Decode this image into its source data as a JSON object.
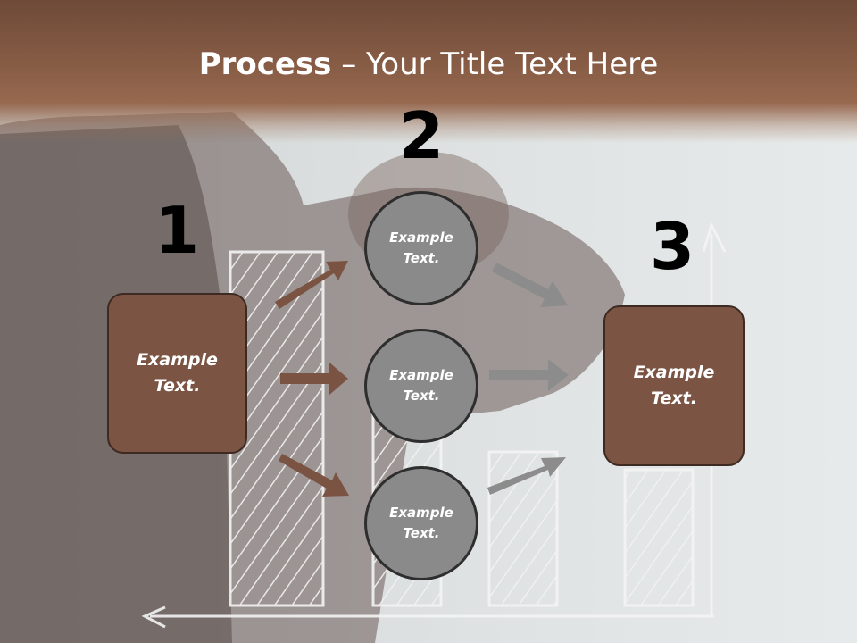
{
  "title": {
    "bold": "Process",
    "rest": " – Your Title Text Here"
  },
  "step_numbers": [
    "1",
    "2",
    "3"
  ],
  "left_box": {
    "text_line1": "Example",
    "text_line2": "Text."
  },
  "right_box": {
    "text_line1": "Example",
    "text_line2": "Text."
  },
  "circles": [
    {
      "line1": "Example",
      "line2": "Text."
    },
    {
      "line1": "Example",
      "line2": "Text."
    },
    {
      "line1": "Example",
      "line2": "Text."
    }
  ],
  "colors": {
    "brown": "#7b5443",
    "gray_circle": "#8a8a8a",
    "arrow_brown": "#7a5343",
    "arrow_gray": "#8c8c8c"
  }
}
